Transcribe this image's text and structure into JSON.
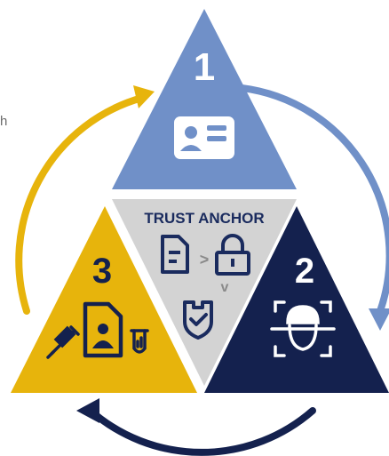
{
  "edge_text": "h",
  "triangles": {
    "top": {
      "number": "1",
      "icon": "id-card-icon"
    },
    "right": {
      "number": "2",
      "icon": "face-scan-icon"
    },
    "left": {
      "number": "3",
      "icon": "document-person-icon",
      "extra_icons": [
        "syringe-icon",
        "test-tube-icon"
      ]
    },
    "center": {
      "title": "TRUST ANCHOR",
      "icons": [
        "document-icon",
        "lock-icon",
        "shield-check-icon"
      ],
      "arrow_right": ">",
      "arrow_down": "v"
    }
  },
  "colors": {
    "top": "#7090c8",
    "right": "#14214e",
    "left": "#e7b40c",
    "center": "#d3d3d3",
    "center_text": "#1a2b5e",
    "arrow_right": "#7090c8",
    "arrow_bottom": "#14214e",
    "arrow_left": "#e7b40c"
  }
}
